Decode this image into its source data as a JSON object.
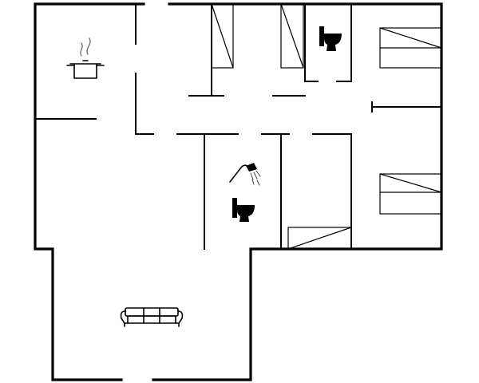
{
  "plan": {
    "rooms": [
      {
        "id": "kitchen",
        "fixtures": [
          "cooking-pot-icon"
        ]
      },
      {
        "id": "wc",
        "fixtures": [
          "toilet-icon"
        ]
      },
      {
        "id": "bedroom-1",
        "fixtures": [
          "bed-icon"
        ]
      },
      {
        "id": "bedroom-2",
        "fixtures": [
          "bed-icon"
        ]
      },
      {
        "id": "bathroom",
        "fixtures": [
          "shower-icon",
          "toilet-icon"
        ]
      },
      {
        "id": "living-room",
        "fixtures": [
          "sofa-icon"
        ]
      },
      {
        "id": "storage",
        "fixtures": [
          "wardrobe"
        ]
      }
    ],
    "colors": {
      "walls": "#000000",
      "background": "#ffffff",
      "steam": "#777777"
    }
  }
}
